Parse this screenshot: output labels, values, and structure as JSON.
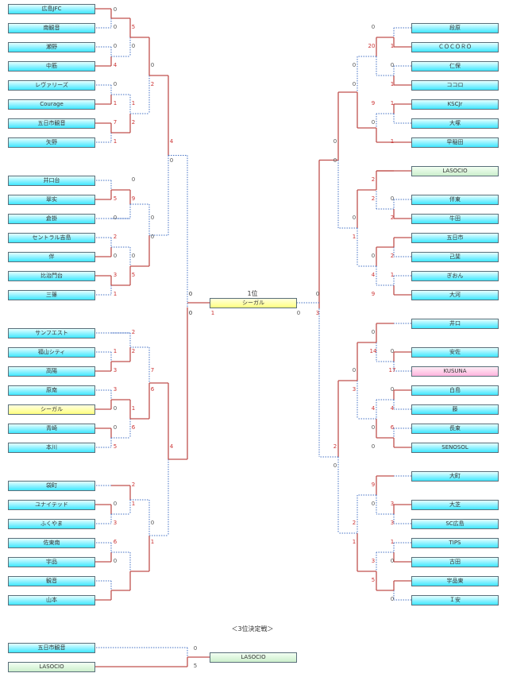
{
  "left_teams": [
    "広島JFC",
    "南観音",
    "瀬野",
    "中筋",
    "レヴァリーズ",
    "Courage",
    "五日市観音",
    "矢野",
    "井口台",
    "翠实",
    "倉掛",
    "セントラル吉島",
    "伴",
    "比治門台",
    "三篠",
    "サンフエスト",
    "福山シティ",
    "高陽",
    "原南",
    "シーガル",
    "青崎",
    "本川",
    "袋町",
    "ユナイテッド",
    "ふくやま",
    "佐東南",
    "宇品",
    "観音",
    "山本"
  ],
  "right_teams": [
    "段原",
    "ＣＯＣＯＲＯ",
    "仁保",
    "ココロ",
    "KSCJr",
    "大塚",
    "早稲田",
    "LASOCIO",
    "伴東",
    "牛田",
    "五日市",
    "己斐",
    "ぎおん",
    "大河",
    "井口",
    "安佐",
    "KUSUNA",
    "白島",
    "藤",
    "長束",
    "SENOSOL",
    "大町",
    "大芝",
    "SC広島",
    "TIPS",
    "古田",
    "宇品東",
    "Ｉ安"
  ],
  "final": {
    "label": "1位",
    "winner": "シーガル",
    "scores": [
      "0",
      "0",
      "1",
      "0",
      "0",
      "3"
    ]
  },
  "third_place": {
    "title": "＜3位決定戦＞",
    "teams": [
      "五日市観音",
      "LASOCIO"
    ],
    "winner": "LASOCIO",
    "scores": [
      "0",
      "5"
    ]
  },
  "colors": {
    "line_win": "#c0504d",
    "line_lose": "#4472c4",
    "score_win": "#cc3333",
    "score_lose": "#555555"
  },
  "left_scores": [
    "0",
    "0",
    "5",
    "0",
    "0",
    "4",
    "0",
    "2",
    "0",
    "1",
    "1",
    "7",
    "2",
    "1",
    "4",
    "0",
    "0",
    "5",
    "9",
    "0",
    "0",
    "0",
    "2",
    "0",
    "0",
    "3",
    "5",
    "1",
    "0",
    "0",
    "4",
    "2",
    "1",
    "2",
    "3",
    "7",
    "6",
    "3",
    "0",
    "1",
    "0",
    "6",
    "5",
    "2",
    "0",
    "1",
    "3",
    "0",
    "1",
    "6",
    "0"
  ],
  "right_scores": [
    "0",
    "20",
    "1",
    "0",
    "0",
    "0",
    "1",
    "9",
    "1",
    "0",
    "0",
    "1",
    "0",
    "2",
    "2",
    "0",
    "2",
    "0",
    "1",
    "0",
    "2",
    "4",
    "1",
    "9",
    "0",
    "0",
    "14",
    "0",
    "17",
    "4",
    "0",
    "4",
    "3",
    "0",
    "6",
    "0",
    "2",
    "0",
    "9",
    "0",
    "3",
    "3",
    "2",
    "1",
    "0",
    "1",
    "3",
    "5",
    "0"
  ]
}
